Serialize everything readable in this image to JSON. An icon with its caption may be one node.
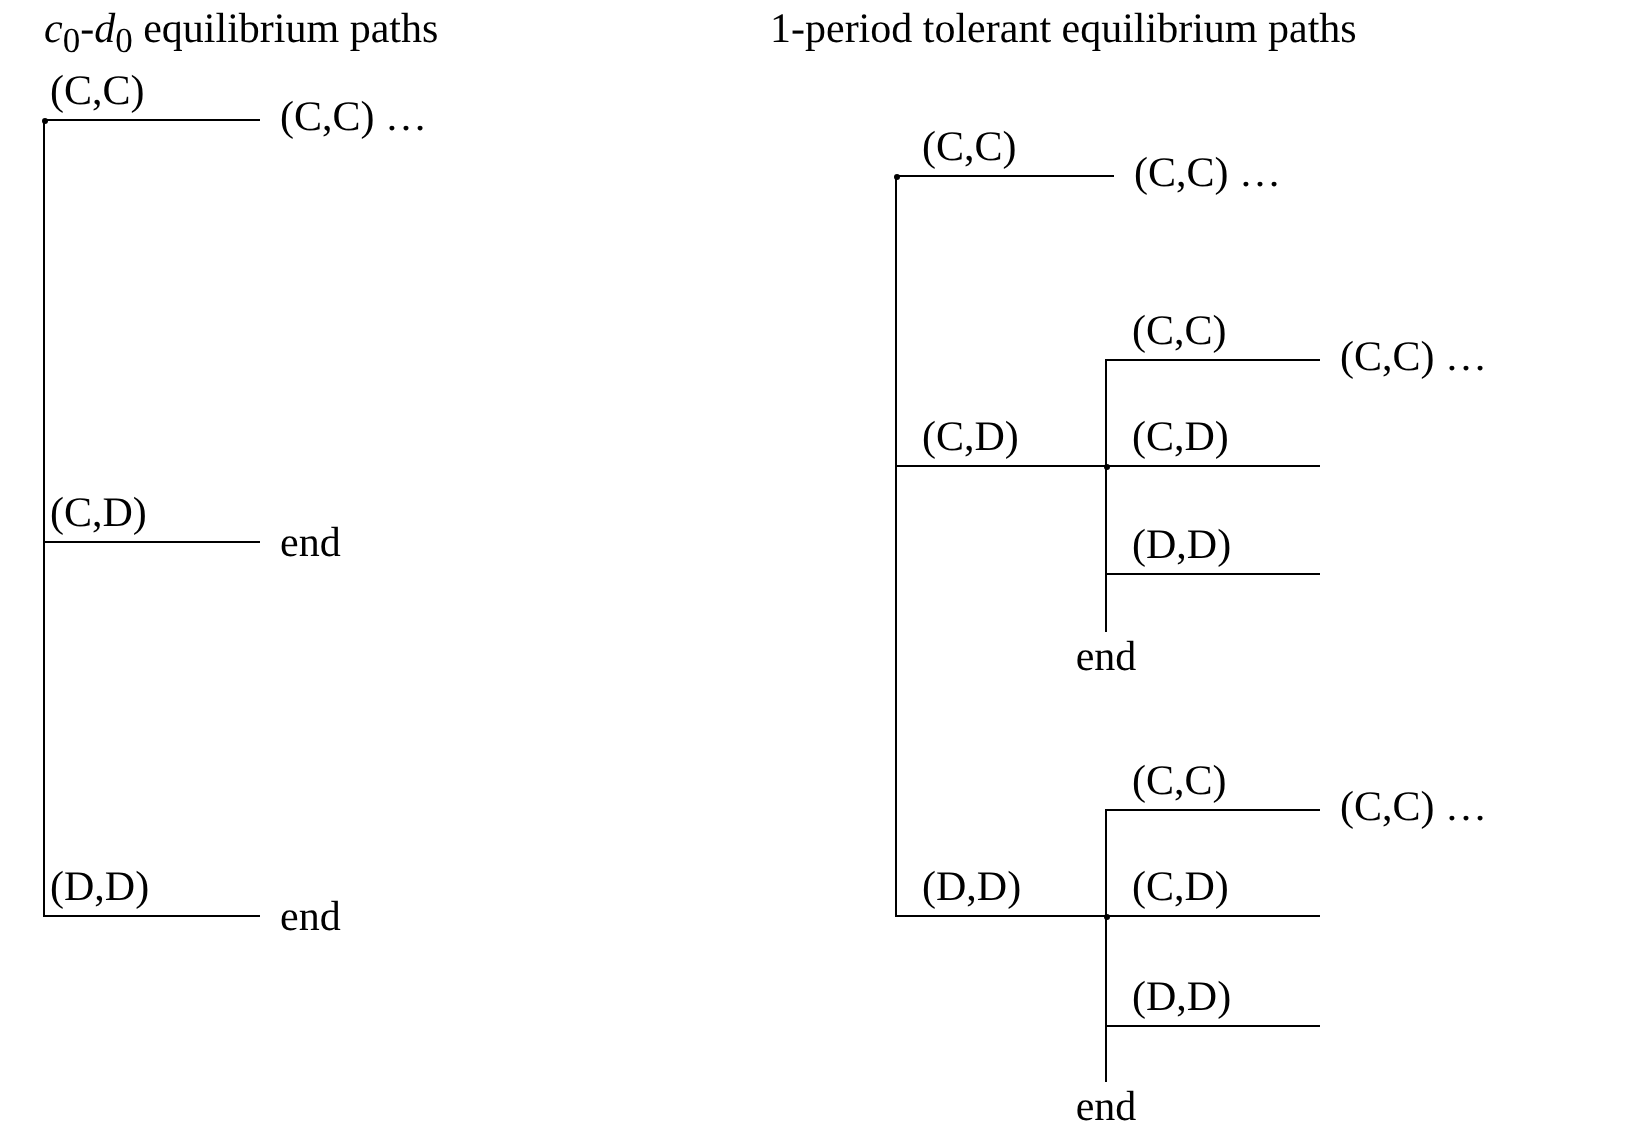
{
  "diagram": {
    "nodes": [
      {
        "text": [],
        "shape": "point"
      },
      {
        "text": [
          "(C,C) …"
        ]
      },
      {
        "text": [
          "end"
        ]
      },
      {
        "text": [
          "end"
        ]
      },
      {
        "text": [],
        "shape": "point"
      },
      {
        "text": [
          "(C,C) …"
        ]
      },
      {
        "text": [],
        "shape": "point"
      },
      {
        "text": [
          "(C,C) …"
        ]
      },
      {
        "text": [
          "end"
        ]
      },
      {
        "text": [],
        "shape": "point"
      },
      {
        "text": [
          "(C,C) …"
        ]
      },
      {
        "text": [
          "end"
        ]
      }
    ],
    "edges": [
      {
        "from": 0,
        "to": 1,
        "arrow": "none",
        "label": "(C,C)"
      },
      {
        "from": 0,
        "to": 2,
        "arrow": "none",
        "label": "(C,D)"
      },
      {
        "from": 0,
        "to": 3,
        "arrow": "none",
        "label": "(D,D)"
      },
      {
        "from": 4,
        "to": 5,
        "arrow": "none",
        "label": "(C,C)"
      },
      {
        "from": 4,
        "to": 6,
        "arrow": "none",
        "label": "(C,D)"
      },
      {
        "from": 4,
        "to": 9,
        "arrow": "none",
        "label": "(D,D)"
      },
      {
        "from": 6,
        "to": 7,
        "arrow": "none",
        "label": "(C,C)"
      },
      {
        "from": 6,
        "to": null,
        "arrow": "none",
        "label": "(C,D)"
      },
      {
        "from": 6,
        "to": null,
        "arrow": "none",
        "label": "(D,D)"
      },
      {
        "from": 6,
        "to": 8,
        "arrow": "none"
      },
      {
        "from": 9,
        "to": 10,
        "arrow": "none",
        "label": "(C,C)"
      },
      {
        "from": 9,
        "to": null,
        "arrow": "none",
        "label": "(C,D)"
      },
      {
        "from": 9,
        "to": null,
        "arrow": "none",
        "label": "(D,D)"
      },
      {
        "from": 9,
        "to": 11,
        "arrow": "none"
      }
    ],
    "labels": [
      "*c*$_{0}$-*d*$_{0}$ equilibrium paths",
      "1-period tolerant equilibrium paths"
    ]
  }
}
